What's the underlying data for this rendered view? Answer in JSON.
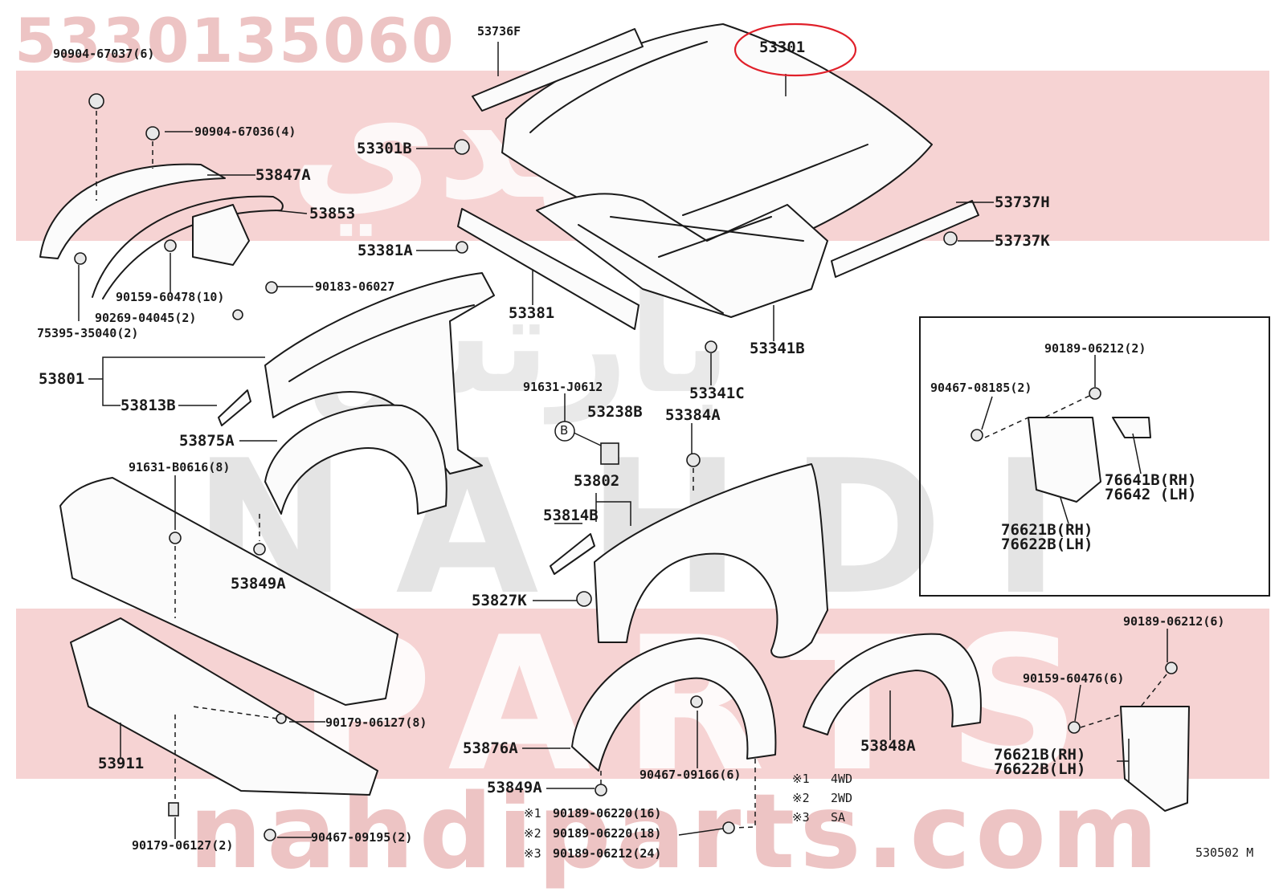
{
  "watermark": {
    "part_number": "5330135060",
    "brand_latin": "NAHDI",
    "parts_word": "PARTS",
    "website": "nahdiparts.com",
    "brand_arabic_top": "النهدي",
    "brand_arabic_mid": "بارتس",
    "band_color": "#f6d3d3",
    "text_color": "#e8a7a7"
  },
  "diagram": {
    "highlight_color": "#e0202a",
    "highlighted_part": "53301",
    "ref_code": "530502 M",
    "labels": {
      "l01": "90904-67037(6)",
      "l02": "53736F",
      "l03": "53301",
      "l04": "90904-67036(4)",
      "l05": "53301B",
      "l06": "53847A",
      "l07": "53853",
      "l08": "53737H",
      "l09": "53381A",
      "l10": "53737K",
      "l11": "90183-06027",
      "l12": "90159-60478(10)",
      "l13": "90269-04045(2)",
      "l14": "75395-35040(2)",
      "l15": "53381",
      "l16": "53341B",
      "l17": "53801",
      "l18": "53813B",
      "l19": "91631-J0612",
      "l20": "53341C",
      "l21": "53238B",
      "l22": "53384A",
      "l23": "B",
      "l24": "53875A",
      "l25": "91631-B0616(8)",
      "l26": "53802",
      "l27": "53814B",
      "l28": "53849A",
      "l29": "53827K",
      "l30": "90189-06212(2)",
      "l31": "90467-08185(2)",
      "l32": "76641B(RH)",
      "l33": "76642 (LH)",
      "l34": "76621B(RH)",
      "l35": "76622B(LH)",
      "l36": "90189-06212(6)",
      "l37": "90159-60476(6)",
      "l38": "90179-06127(8)",
      "l39": "53911",
      "l40": "53876A",
      "l41": "90467-09166(6)",
      "l42": "53848A",
      "l43": "53849A",
      "l44": "76621B(RH)",
      "l45": "76622B(LH)",
      "l46": "90179-06127(2)",
      "l47": "90467-09195(2)"
    },
    "notes": {
      "k1": "※1",
      "v1": "4WD",
      "k2": "※2",
      "v2": "2WD",
      "k3": "※3",
      "v3": "SA",
      "b1": "※1",
      "c1": "90189-06220(16)",
      "b2": "※2",
      "c2": "90189-06220(18)",
      "b3": "※3",
      "c3": "90189-06212(24)"
    }
  }
}
